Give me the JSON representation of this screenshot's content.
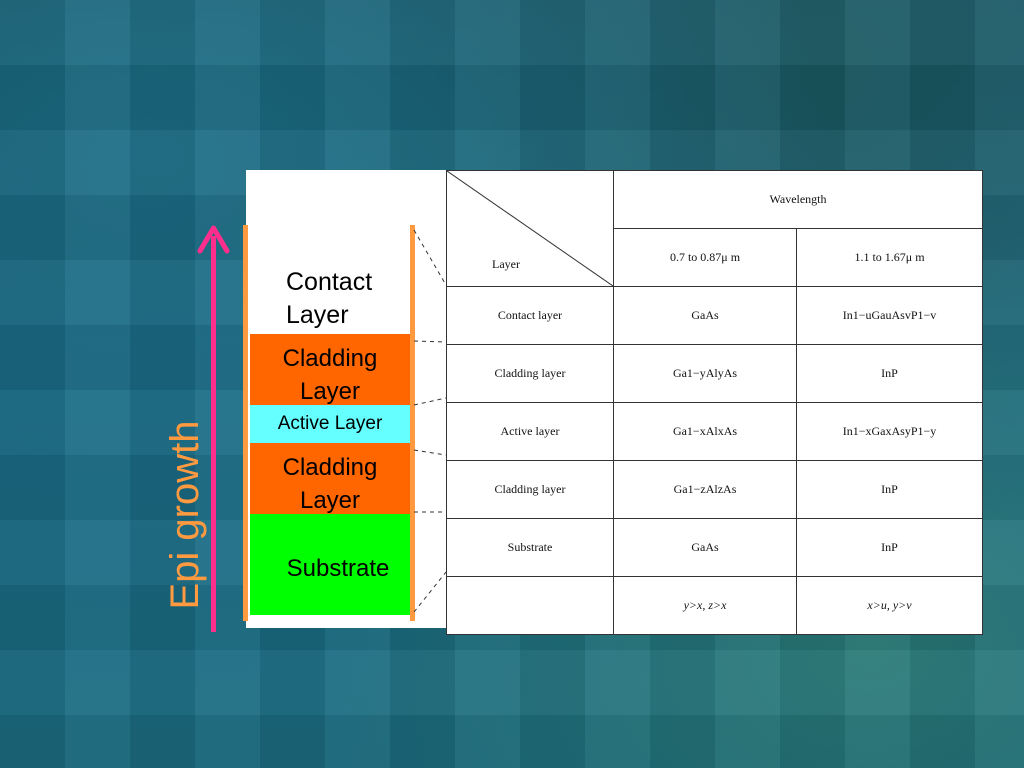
{
  "stack": {
    "contact": {
      "line1": "Contact",
      "line2": "Layer",
      "color": "#ffffff"
    },
    "cladding_top": {
      "line1": "Cladding",
      "line2": "Layer",
      "color": "#ff6600"
    },
    "active": {
      "label": "Active Layer",
      "color": "#66ffff"
    },
    "cladding_bottom": {
      "line1": "Cladding",
      "line2": "Layer",
      "color": "#ff6600"
    },
    "substrate": {
      "label": "Substrate",
      "color": "#00ff00"
    }
  },
  "arrow": {
    "label": "Epi growth",
    "arrow_color": "#ff2e8c",
    "label_color": "#ff9a40"
  },
  "table": {
    "header_wavelength": "Wavelength",
    "corner_label": "Layer",
    "col1_header": "0.7 to 0.87μ m",
    "col2_header": "1.1 to 1.67μ m",
    "rows": [
      {
        "layer": "Contact layer",
        "c1": "GaAs",
        "c2": "In1−uGauAsvP1−v"
      },
      {
        "layer": "Cladding layer",
        "c1": "Ga1−yAlyAs",
        "c2": "InP"
      },
      {
        "layer": "Active layer",
        "c1": "Ga1−xAlxAs",
        "c2": "In1−xGaxAsyP1−y"
      },
      {
        "layer": "Cladding layer",
        "c1": "Ga1−zAlzAs",
        "c2": "InP"
      },
      {
        "layer": "Substrate",
        "c1": "GaAs",
        "c2": "InP"
      },
      {
        "layer": "",
        "c1": "y>x, z>x",
        "c2": "x>u, y>v"
      }
    ]
  }
}
